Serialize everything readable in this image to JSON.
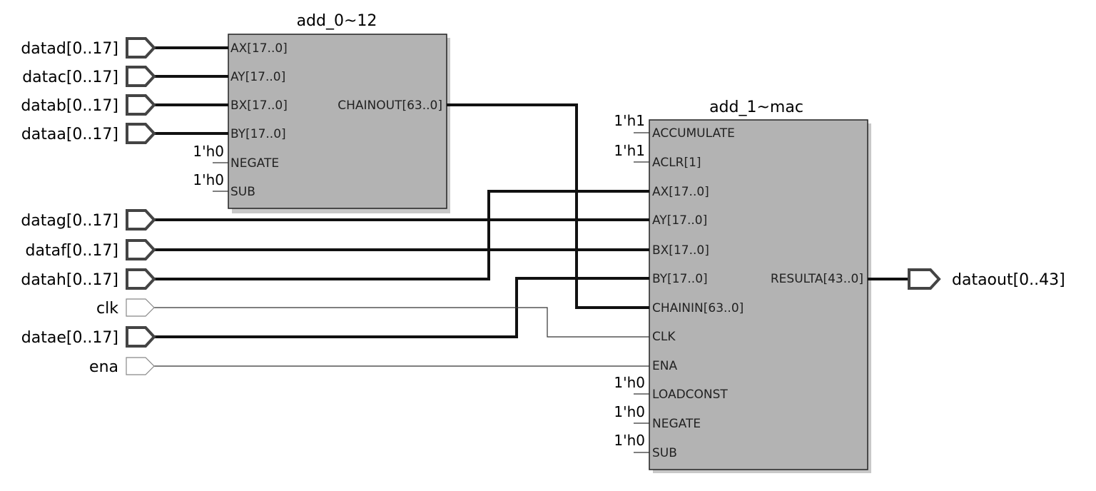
{
  "blocks": {
    "add0": {
      "title": "add_0~12",
      "in_pins": [
        "AX[17..0]",
        "AY[17..0]",
        "BX[17..0]",
        "BY[17..0]",
        "NEGATE",
        "SUB"
      ],
      "out_pin": "CHAINOUT[63..0]",
      "consts": {
        "negate": "1'h0",
        "sub": "1'h0"
      }
    },
    "add1": {
      "title": "add_1~mac",
      "in_pins": [
        "ACCUMULATE",
        "ACLR[1]",
        "AX[17..0]",
        "AY[17..0]",
        "BX[17..0]",
        "BY[17..0]",
        "CHAININ[63..0]",
        "CLK",
        "ENA",
        "LOADCONST",
        "NEGATE",
        "SUB"
      ],
      "out_pin": "RESULTA[43..0]",
      "consts": {
        "accumulate": "1'h1",
        "aclr": "1'h1",
        "loadconst": "1'h0",
        "negate": "1'h0",
        "sub": "1'h0"
      }
    }
  },
  "ports": {
    "inputs": [
      "datad[0..17]",
      "datac[0..17]",
      "datab[0..17]",
      "dataa[0..17]",
      "datag[0..17]",
      "dataf[0..17]",
      "datah[0..17]",
      "clk",
      "datae[0..17]",
      "ena"
    ],
    "output": "dataout[0..43]"
  }
}
